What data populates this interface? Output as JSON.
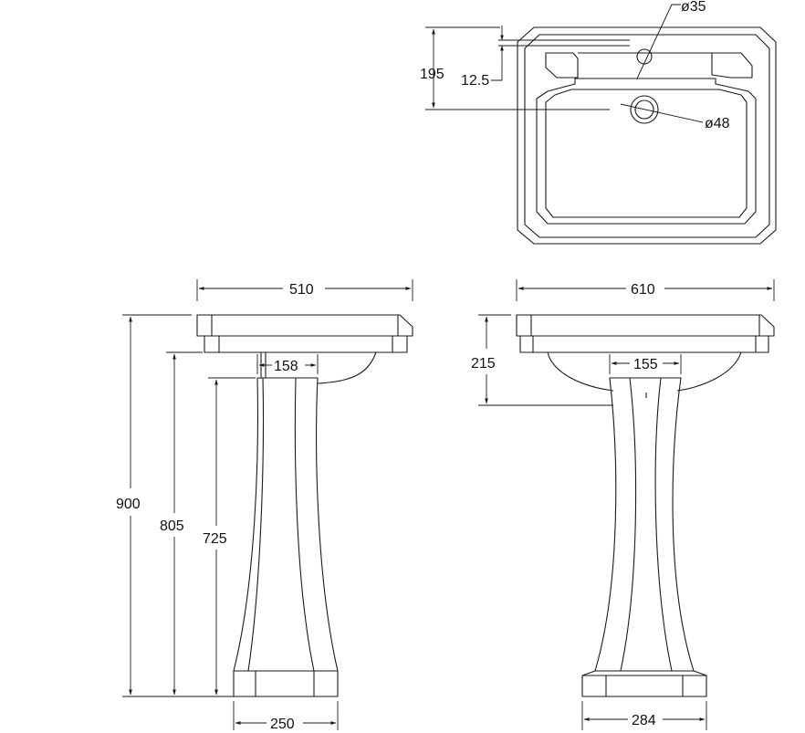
{
  "dimensions": {
    "top_view": {
      "tap_hole": "ø35",
      "waste_hole": "ø48",
      "depth_to_waste": "195",
      "rim_offset": "12.5"
    },
    "side_view": {
      "basin_depth": "510",
      "overall_height": "900",
      "rim_to_floor": "805",
      "pedestal_height": "725",
      "pedestal_top_width": "158",
      "pedestal_base_width": "250"
    },
    "front_view": {
      "basin_width": "610",
      "basin_height": "215",
      "pedestal_top_width": "155",
      "pedestal_base_width": "284"
    }
  }
}
